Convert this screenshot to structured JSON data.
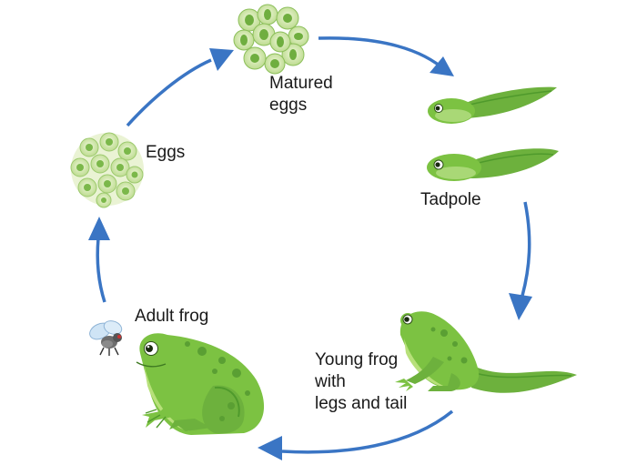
{
  "labels": {
    "matured_eggs": [
      "Matured",
      "eggs"
    ],
    "tadpole": "Tadpole",
    "young_frog": [
      "Young frog",
      "with",
      "legs and tail"
    ],
    "adult_frog": "Adult frog",
    "eggs": "Eggs"
  },
  "colors": {
    "arrow": "#3a75c4",
    "frog_body": "#7cc242",
    "frog_dark": "#4f9a2c",
    "frog_belly": "#b7e07a",
    "spots": "#5a9f33",
    "egg_jelly": "#cfe6a3",
    "egg_core": "#6fae3f"
  },
  "icons": [
    "matured-eggs-icon",
    "tadpole-icon",
    "young-frog-icon",
    "adult-frog-icon",
    "fly-icon",
    "eggs-icon"
  ]
}
